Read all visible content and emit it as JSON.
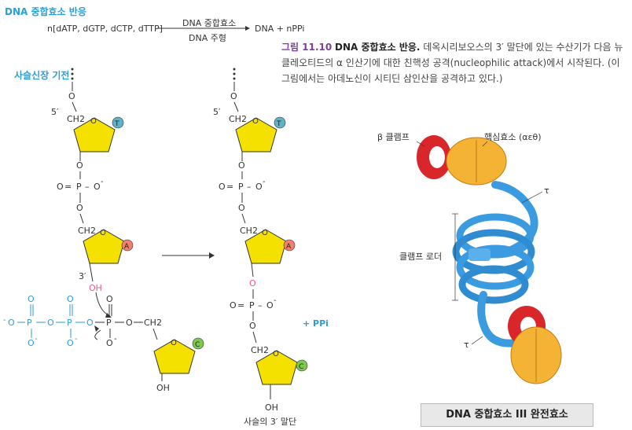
{
  "title": "DNA 중합효소 반응",
  "equation": {
    "left": "n[dATP, dGTP, dCTP, dTTP]",
    "above_arrow": "DNA 중합효소",
    "below_arrow": "DNA 주형",
    "right": "DNA + nPPi"
  },
  "elongation_label": "사슬신장 기전",
  "caption": {
    "figure_number": "그림 11.10",
    "figure_title": "DNA 중합효소 반응.",
    "text": "데옥시리보오스의 3′ 말단에 있는 수산기가 다음 뉴클레오티드의 α 인산기에 대한 친핵성 공격(nucleophilic attack)에서 시작된다. (이 그림에서는 아데노신이 시티딘 삼인산을 공격하고 있다.)"
  },
  "chem": {
    "five_prime": "5′",
    "three_prime": "3′",
    "ch2": "CH2",
    "oh": "OH",
    "o": "O",
    "p": "P",
    "base_t": "T",
    "base_a": "A",
    "base_c": "C",
    "plus_ppi": "+ PPi",
    "chain_end": "사슬의 3′ 말단"
  },
  "protein_labels": {
    "beta_clamp": "β 클램프",
    "core": "핵심효소 (αεθ)",
    "tau_top": "τ",
    "clamp_loader": "클램프 로더",
    "tau_bottom": "τ"
  },
  "colors": {
    "accent_blue": "#2a9fd6",
    "sugar_yellow": "#f5e100",
    "base_t": "#5fb3c8",
    "base_a": "#f08070",
    "base_c": "#7ec850",
    "oh_pink": "#e85a8a",
    "clamp_red": "#d9262b",
    "core_orange": "#f5b335",
    "loader_blue": "#3a9be0"
  },
  "complex_label": "DNA 중합효소 III 완전효소"
}
